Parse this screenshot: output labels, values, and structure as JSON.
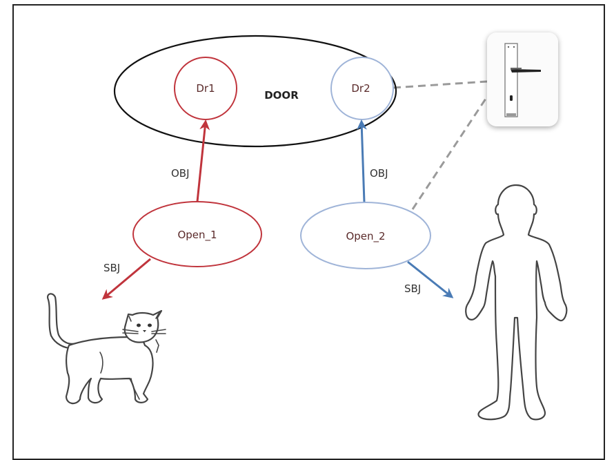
{
  "diagram": {
    "type": "semantic-graph",
    "colors": {
      "event1": "#c0343c",
      "event2": "#4a7bb5",
      "event2_node": "#9fb4d8",
      "door_outline": "#111111",
      "dashed_link": "#9a9a9a"
    },
    "nodes": {
      "door": {
        "label": "DOOR"
      },
      "dr1": {
        "label": "Dr1"
      },
      "dr2": {
        "label": "Dr2"
      },
      "open1": {
        "label": "Open_1"
      },
      "open2": {
        "label": "Open_2"
      }
    },
    "edges": {
      "open1_obj": {
        "from": "Open_1",
        "to": "Dr1",
        "label": "OBJ"
      },
      "open1_sbj": {
        "from": "Open_1",
        "to": "cat",
        "label": "SBJ"
      },
      "open2_obj": {
        "from": "Open_2",
        "to": "Dr2",
        "label": "OBJ"
      },
      "open2_sbj": {
        "from": "Open_2",
        "to": "person",
        "label": "SBJ"
      },
      "dr2_handle": {
        "from": "Dr2",
        "to": "door-handle-image",
        "style": "dashed"
      },
      "open2_handle": {
        "from": "Open_2",
        "to": "door-handle-image",
        "style": "dashed"
      }
    },
    "images": {
      "door_handle": "door-handle-picture",
      "cat": "cat-drawing",
      "person": "person-silhouette"
    }
  }
}
